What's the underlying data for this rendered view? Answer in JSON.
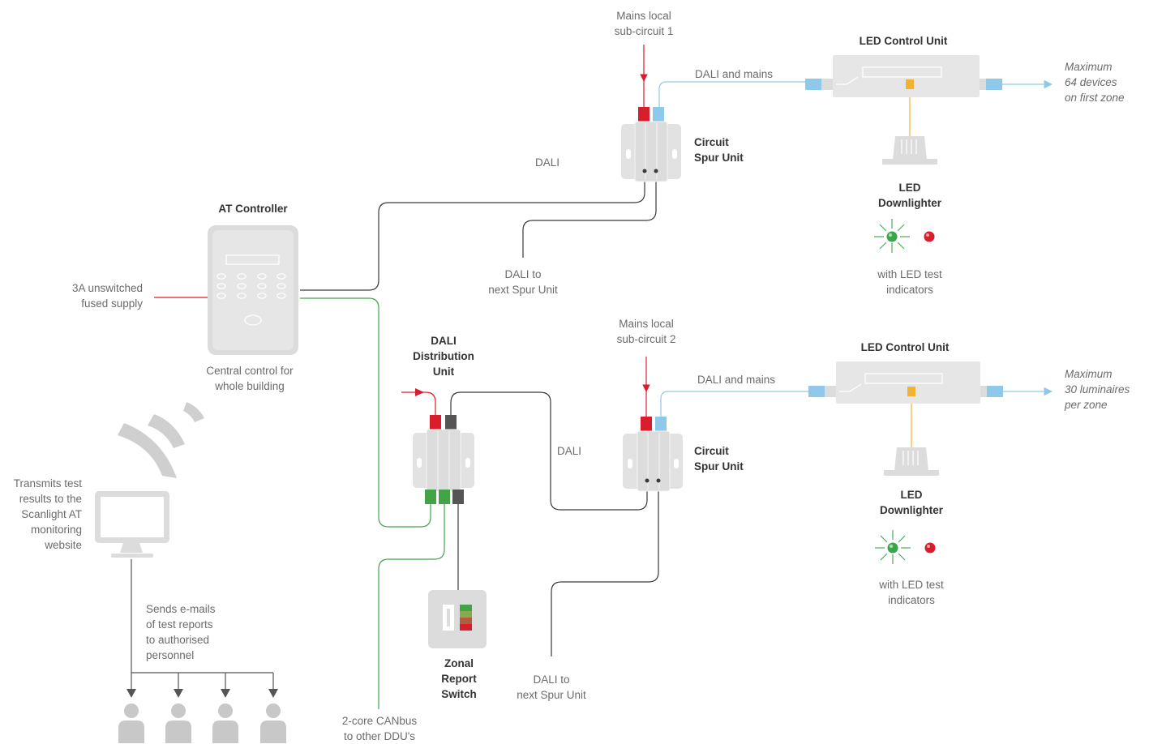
{
  "colors": {
    "mains": "#d81d2c",
    "dali_mains": "#8fc9ea",
    "dali": "#3a3a3a",
    "canbus": "#43a447",
    "device": "#dcdcdc",
    "led_ok": "#3aa64a",
    "led_fail": "#d81d2c",
    "indicator": "#f2b233"
  },
  "top_zone": {
    "mains_label_1": "Mains local",
    "mains_label_2": "sub-circuit 1",
    "dali_mains": "DALI and mains",
    "control_unit": "LED Control Unit",
    "max_1": "Maximum",
    "max_2": "64 devices",
    "max_3": "on first zone",
    "dali": "DALI",
    "spur_1": "Circuit",
    "spur_2": "Spur Unit",
    "downlighter_1": "LED",
    "downlighter_2": "Downlighter",
    "next_1": "DALI to",
    "next_2": "next Spur Unit",
    "test_1": "with LED test",
    "test_2": "indicators"
  },
  "controller": {
    "title": "AT Controller",
    "supply_1": "3A unswitched",
    "supply_2": "fused supply",
    "desc_1": "Central control for",
    "desc_2": "whole building"
  },
  "ddu": {
    "title_1": "DALI",
    "title_2": "Distribution",
    "title_3": "Unit"
  },
  "bottom_zone": {
    "mains_label_1": "Mains local",
    "mains_label_2": "sub-circuit 2",
    "dali_mains": "DALI and mains",
    "control_unit": "LED Control Unit",
    "max_1": "Maximum",
    "max_2": "30 luminaires",
    "max_3": "per zone",
    "dali": "DALI",
    "spur_1": "Circuit",
    "spur_2": "Spur Unit",
    "downlighter_1": "LED",
    "downlighter_2": "Downlighter",
    "next_1": "DALI to",
    "next_2": "next Spur Unit",
    "test_1": "with LED test",
    "test_2": "indicators"
  },
  "monitoring": {
    "transmit_1": "Transmits test",
    "transmit_2": "results to the",
    "transmit_3": "Scanlight AT",
    "transmit_4": "monitoring",
    "transmit_5": "website",
    "email_1": "Sends e-mails",
    "email_2": "of test reports",
    "email_3": "to authorised",
    "email_4": "personnel"
  },
  "switch": {
    "title_1": "Zonal",
    "title_2": "Report",
    "title_3": "Switch"
  },
  "canbus": {
    "label_1": "2-core CANbus",
    "label_2": "to other DDU's"
  }
}
